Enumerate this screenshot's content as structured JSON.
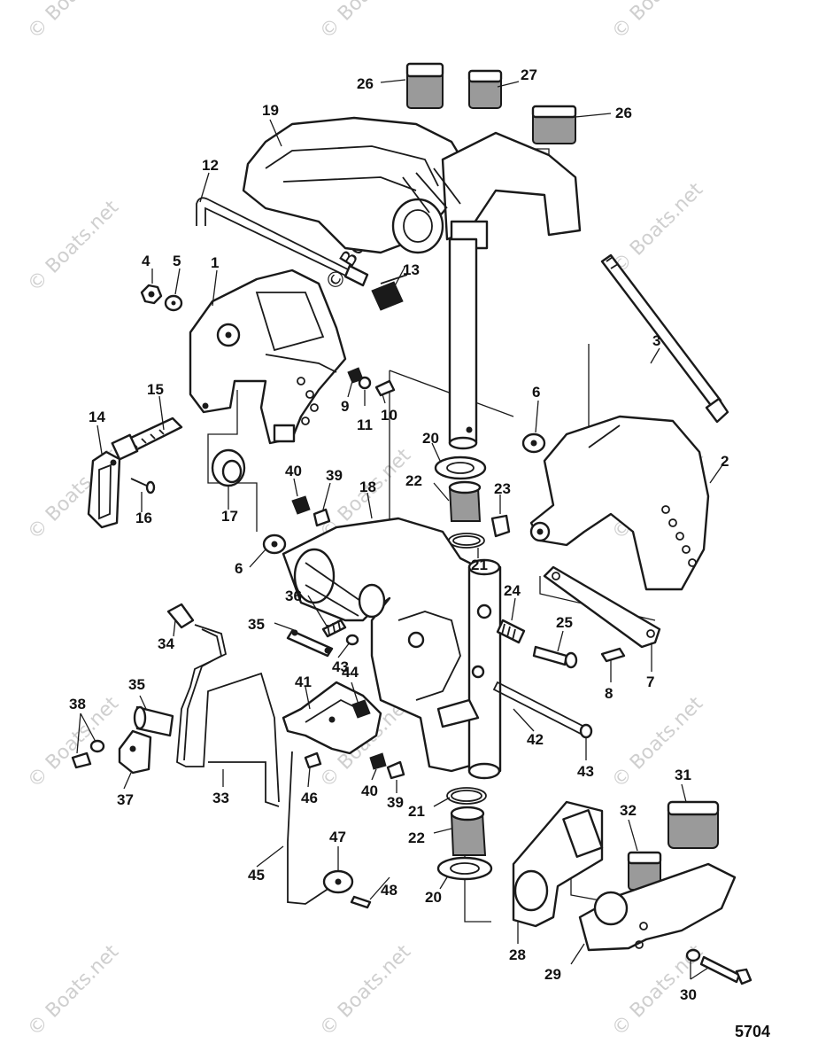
{
  "figure_number": "5704",
  "watermark": "© Boats.net",
  "colors": {
    "line": "#1a1a1a",
    "background": "#ffffff",
    "watermark": "#cfcfcf"
  },
  "callouts": [
    "1",
    "2",
    "3",
    "4",
    "5",
    "6",
    "6",
    "7",
    "8",
    "9",
    "10",
    "11",
    "12",
    "13",
    "14",
    "15",
    "16",
    "17",
    "18",
    "19",
    "20",
    "20",
    "21",
    "21",
    "22",
    "22",
    "23",
    "24",
    "25",
    "26",
    "26",
    "27",
    "28",
    "29",
    "30",
    "31",
    "32",
    "33",
    "34",
    "35",
    "35",
    "36",
    "37",
    "38",
    "39",
    "39",
    "40",
    "40",
    "41",
    "42",
    "43",
    "43",
    "44",
    "45",
    "46",
    "47",
    "48"
  ]
}
